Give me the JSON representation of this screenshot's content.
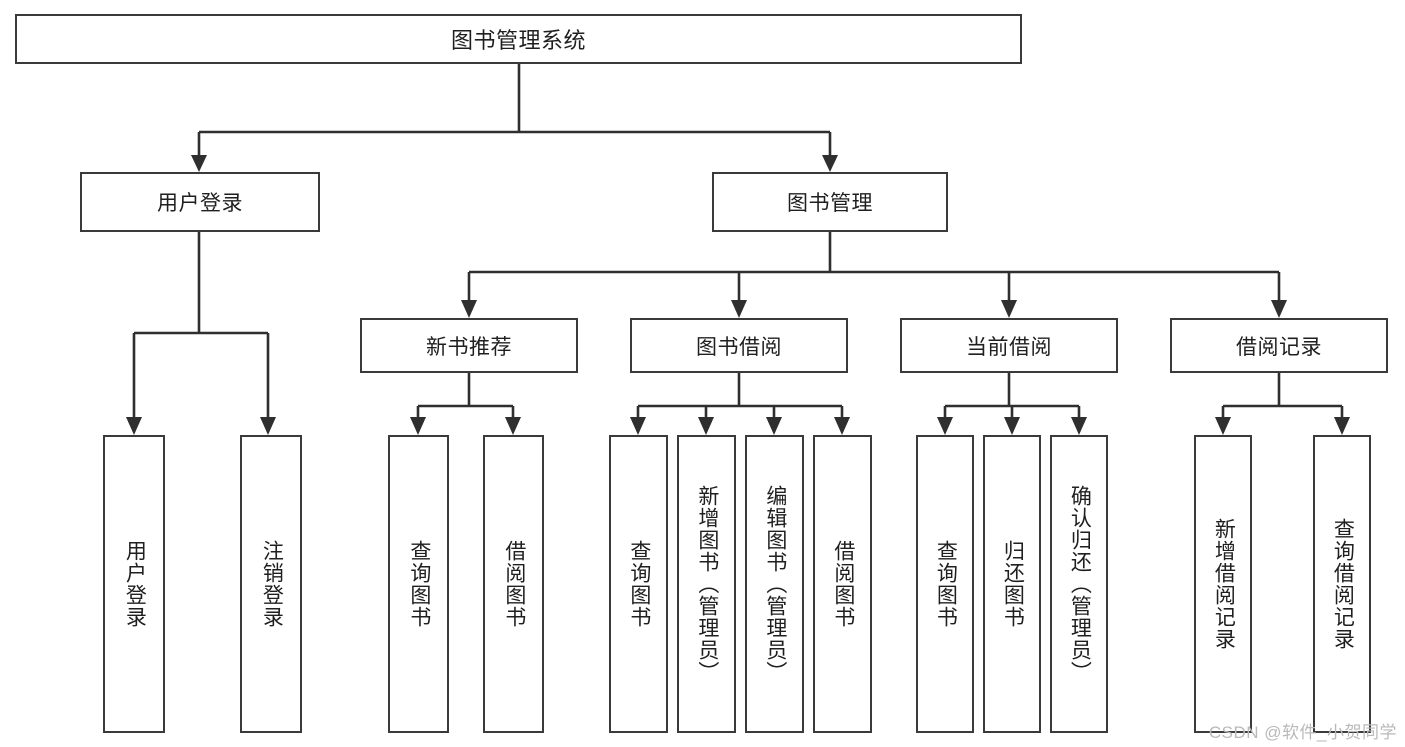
{
  "diagram": {
    "type": "tree-hierarchy",
    "title": "图书管理系统",
    "root": {
      "label": "图书管理系统"
    },
    "level2": [
      {
        "id": "user-login",
        "label": "用户登录"
      },
      {
        "id": "book-management",
        "label": "图书管理"
      }
    ],
    "level3": [
      {
        "id": "new-book-recommend",
        "label": "新书推荐",
        "parent": "book-management"
      },
      {
        "id": "book-borrow",
        "label": "图书借阅",
        "parent": "book-management"
      },
      {
        "id": "current-borrow",
        "label": "当前借阅",
        "parent": "book-management"
      },
      {
        "id": "borrow-record",
        "label": "借阅记录",
        "parent": "book-management"
      }
    ],
    "leaves": {
      "user_login": [
        {
          "id": "leaf-user-login",
          "label": "用户登录"
        },
        {
          "id": "leaf-logout",
          "label": "注销登录"
        }
      ],
      "new_book_recommend": [
        {
          "id": "leaf-query-book-1",
          "label": "查询图书"
        },
        {
          "id": "leaf-borrow-book-1",
          "label": "借阅图书"
        }
      ],
      "book_borrow": [
        {
          "id": "leaf-query-book-2",
          "label": "查询图书"
        },
        {
          "id": "leaf-add-book",
          "label": "新增图书（管理员）"
        },
        {
          "id": "leaf-edit-book",
          "label": "编辑图书（管理员）"
        },
        {
          "id": "leaf-borrow-book-2",
          "label": "借阅图书"
        }
      ],
      "current_borrow": [
        {
          "id": "leaf-query-book-3",
          "label": "查询图书"
        },
        {
          "id": "leaf-return-book",
          "label": "归还图书"
        },
        {
          "id": "leaf-confirm-return",
          "label": "确认归还（管理员）"
        }
      ],
      "borrow_record": [
        {
          "id": "leaf-add-record",
          "label": "新增借阅记录"
        },
        {
          "id": "leaf-query-record",
          "label": "查询借阅记录"
        }
      ]
    }
  },
  "watermark": {
    "text": "CSDN @软件_小贺同学"
  },
  "colors": {
    "border": "#3a3a3a",
    "line": "#2f2f2f",
    "text": "#1f1f1f",
    "background": "#ffffff",
    "watermark": "#b9b9b9"
  }
}
